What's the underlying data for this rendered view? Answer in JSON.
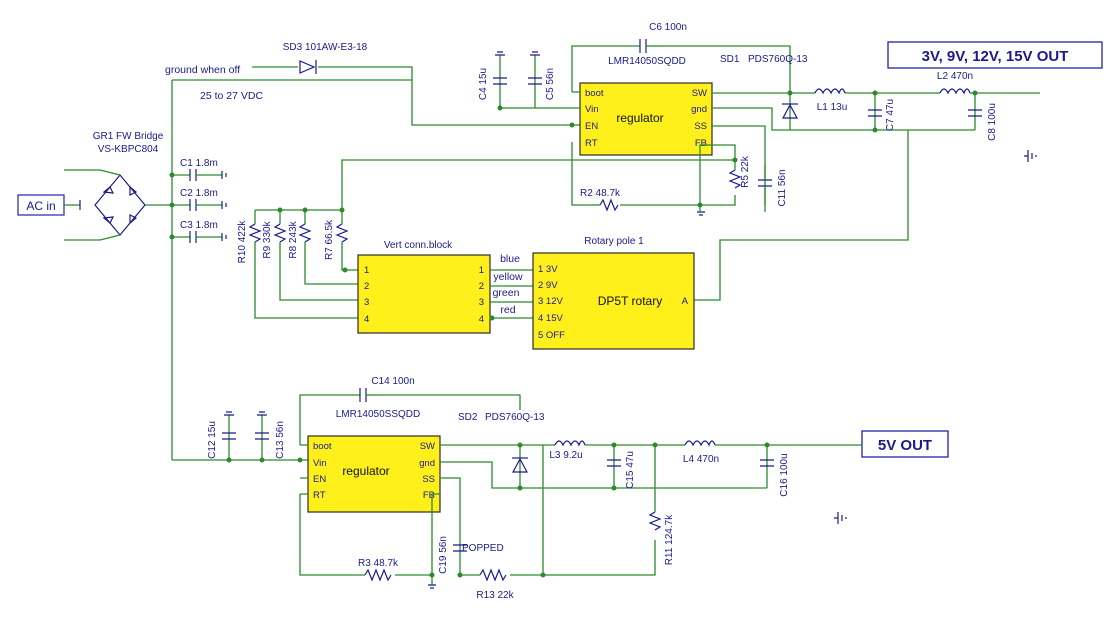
{
  "outputs": {
    "high": "3V, 9V, 12V, 15V OUT",
    "low": "5V OUT",
    "ac_in": "AC in"
  },
  "labels": {
    "ground_when_off": "ground when off",
    "vdc": "25 to 27 VDC",
    "bridge_name": "GR1 FW Bridge",
    "bridge_part": "VS-KBPC804",
    "vert_block": "Vert conn.block",
    "rotary_title": "Rotary pole 1",
    "popped": "POPPED"
  },
  "components": {
    "sd3": "SD3 101AW-E3-18",
    "c6": "C6 100n",
    "sd1": "SD1",
    "pds1": "PDS760Q-13",
    "c4": "C4 15u",
    "c5": "C5 56n",
    "l1": "L1 13u",
    "c7": "C7 47u",
    "l2": "L2 470n",
    "c8": "C8 100u",
    "c1": "C1 1.8m",
    "c2": "C2 1.8m",
    "c3": "C3 1.8m",
    "r2": "R2 48.7k",
    "r5": "R5 22k",
    "c11": "C11 56n",
    "r10": "R10 422k",
    "r9": "R9 330k",
    "r8": "R8 243k",
    "r7": "R7 66.5k",
    "c14": "C14 100n",
    "c12": "C12 15u",
    "c13": "C13 56n",
    "sd2": "SD2",
    "pds2": "PDS760Q-13",
    "l3": "L3 9.2u",
    "c15": "C15 47u",
    "l4": "L4 470n",
    "c16": "C16 100u",
    "r11": "R11 124.7k",
    "r3": "R3 48.7k",
    "c19": "C19 56n",
    "r13": "R13 22k"
  },
  "regulator_top": {
    "part": "LMR14050SQDD",
    "name": "regulator",
    "pins_left": [
      "boot",
      "Vin",
      "EN",
      "RT"
    ],
    "pins_right": [
      "SW",
      "gnd",
      "SS",
      "FB"
    ]
  },
  "regulator_bottom": {
    "part": "LMR14050SSQDD",
    "name": "regulator",
    "pins_left": [
      "boot",
      "Vin",
      "EN",
      "RT"
    ],
    "pins_right": [
      "SW",
      "gnd",
      "SS",
      "FB"
    ]
  },
  "vert_block": {
    "left_pins": [
      "1",
      "2",
      "3",
      "4"
    ],
    "right_pins": [
      "1",
      "2",
      "3",
      "4"
    ]
  },
  "wire_colors": [
    "blue",
    "yellow",
    "green",
    "red"
  ],
  "rotary": {
    "name": "DP5T rotary",
    "pins": [
      "1  3V",
      "2  9V",
      "3  12V",
      "4  15V",
      "5  OFF"
    ],
    "common": "A"
  },
  "colors": {
    "wire": "#2c8a2c",
    "component": "#1a1a8c",
    "chip_fill": "#ffef1a",
    "output_border": "#2222aa"
  }
}
